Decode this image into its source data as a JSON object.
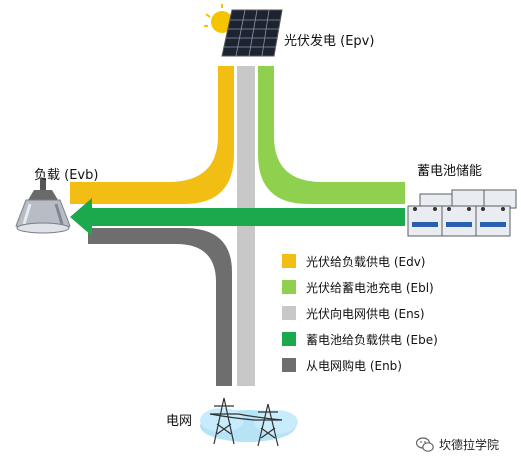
{
  "nodes": {
    "pv": {
      "label": "光伏发电 (Epv)"
    },
    "load": {
      "label": "负载 (Evb)"
    },
    "battery": {
      "label": "蓄电池储能"
    },
    "grid": {
      "label": "电网"
    }
  },
  "legend": [
    {
      "color": "#f2be13",
      "label": "光伏给负载供电 (Edv)"
    },
    {
      "color": "#8fd14f",
      "label": "光伏给蓄电池充电 (Ebl)"
    },
    {
      "color": "#c8c8c8",
      "label": "光伏向电网供电 (Ens)"
    },
    {
      "color": "#1ba94c",
      "label": "蓄电池给负载供电 (Ebe)"
    },
    {
      "color": "#6e6e6e",
      "label": "从电网购电 (Enb)"
    }
  ],
  "watermark": {
    "text": "坎德拉学院",
    "icon": "wechat-icon"
  }
}
